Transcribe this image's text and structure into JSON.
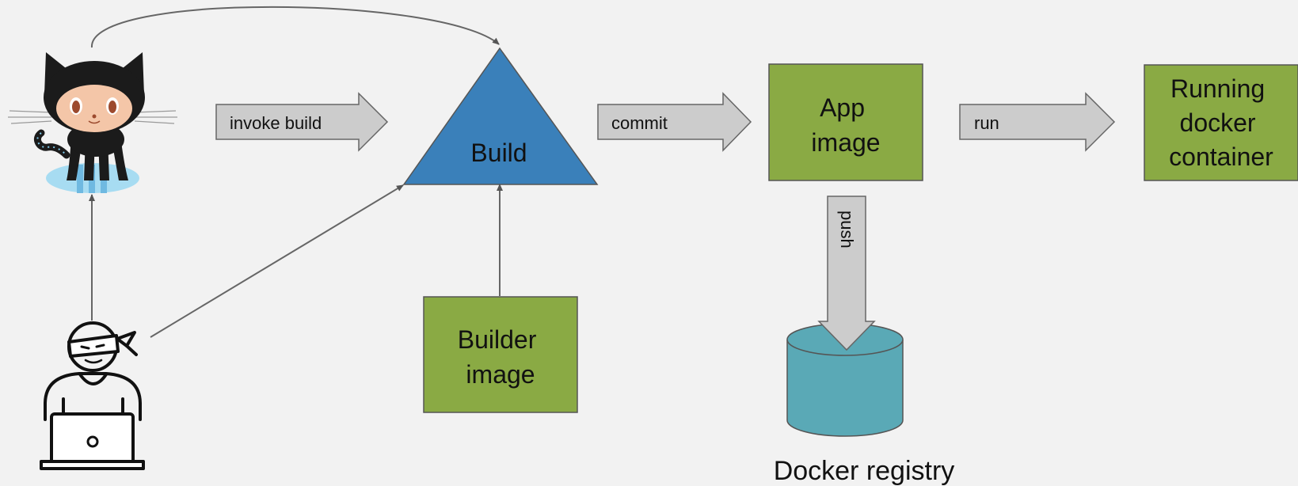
{
  "colors": {
    "background": "#f2f2f2",
    "green_box": "#8aaa44",
    "build_triangle": "#3a80ba",
    "registry_cylinder": "#5aa9b6",
    "arrow_fill": "#cccccc",
    "arrow_stroke": "#666666",
    "connector": "#666666"
  },
  "icons": {
    "github": "github-octocat-icon",
    "developer": "ninja-developer-laptop-icon"
  },
  "diagram": {
    "arrows": {
      "invoke": "invoke build",
      "commit": "commit",
      "run": "run",
      "push": "push"
    },
    "build": "Build",
    "builder_image": [
      "Builder",
      "image"
    ],
    "app_image": [
      "App",
      "image"
    ],
    "container": [
      "Running",
      "docker",
      "container"
    ],
    "registry": "Docker registry"
  }
}
